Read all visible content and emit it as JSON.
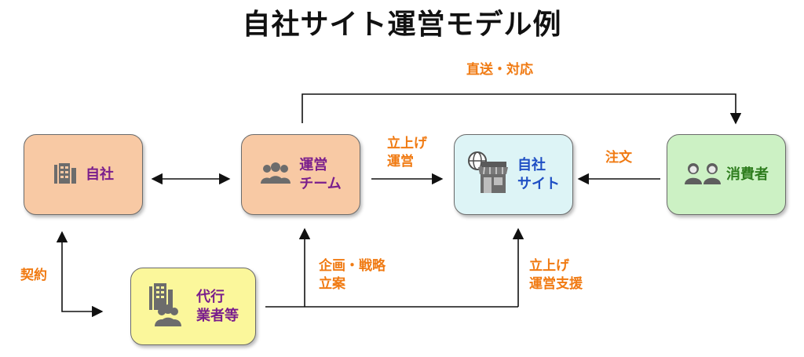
{
  "title": "自社サイト運営モデル例",
  "nodes": {
    "company": {
      "label": "自社",
      "fill": "#f8c9a4"
    },
    "ops_team": {
      "label_line1": "運営",
      "label_line2": "チーム",
      "fill": "#f8c9a4"
    },
    "own_site": {
      "label_line1": "自社",
      "label_line2": "サイト",
      "fill": "#ddf4f6"
    },
    "consumers": {
      "label": "消費者",
      "fill": "#ccf1c4"
    },
    "agency": {
      "label_line1": "代行",
      "label_line2": "業者等",
      "fill": "#fbf79b"
    }
  },
  "edges": {
    "direct_ship": "直送・対応",
    "launch_ops_line1": "立上げ",
    "launch_ops_line2": "運営",
    "order": "注文",
    "contract": "契約",
    "planning_line1": "企画・戦略",
    "planning_line2": "立案",
    "launch_support_line1": "立上げ",
    "launch_support_line2": "運営支援"
  },
  "colors": {
    "edge_label": "#f07a12",
    "line": "#111111",
    "label_purple": "#7a1e8c",
    "label_blue": "#1f4fc4",
    "label_green": "#2e7d1e"
  }
}
